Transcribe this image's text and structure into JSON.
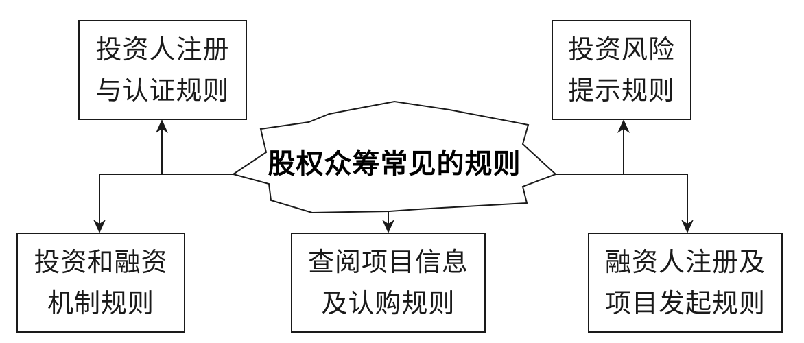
{
  "diagram": {
    "center": {
      "label": "股权众筹常见的规则"
    },
    "boxes": {
      "investor_registration": {
        "line1": "投资人注册",
        "line2": "与认证规则"
      },
      "risk_disclosure": {
        "line1": "投资风险",
        "line2": "提示规则"
      },
      "investment_financing": {
        "line1": "投资和融资",
        "line2": "机制规则"
      },
      "project_info": {
        "line1": "查阅项目信息",
        "line2": "及认购规则"
      },
      "financier_registration": {
        "line1": "融资人注册及",
        "line2": "项目发起规则"
      }
    }
  }
}
